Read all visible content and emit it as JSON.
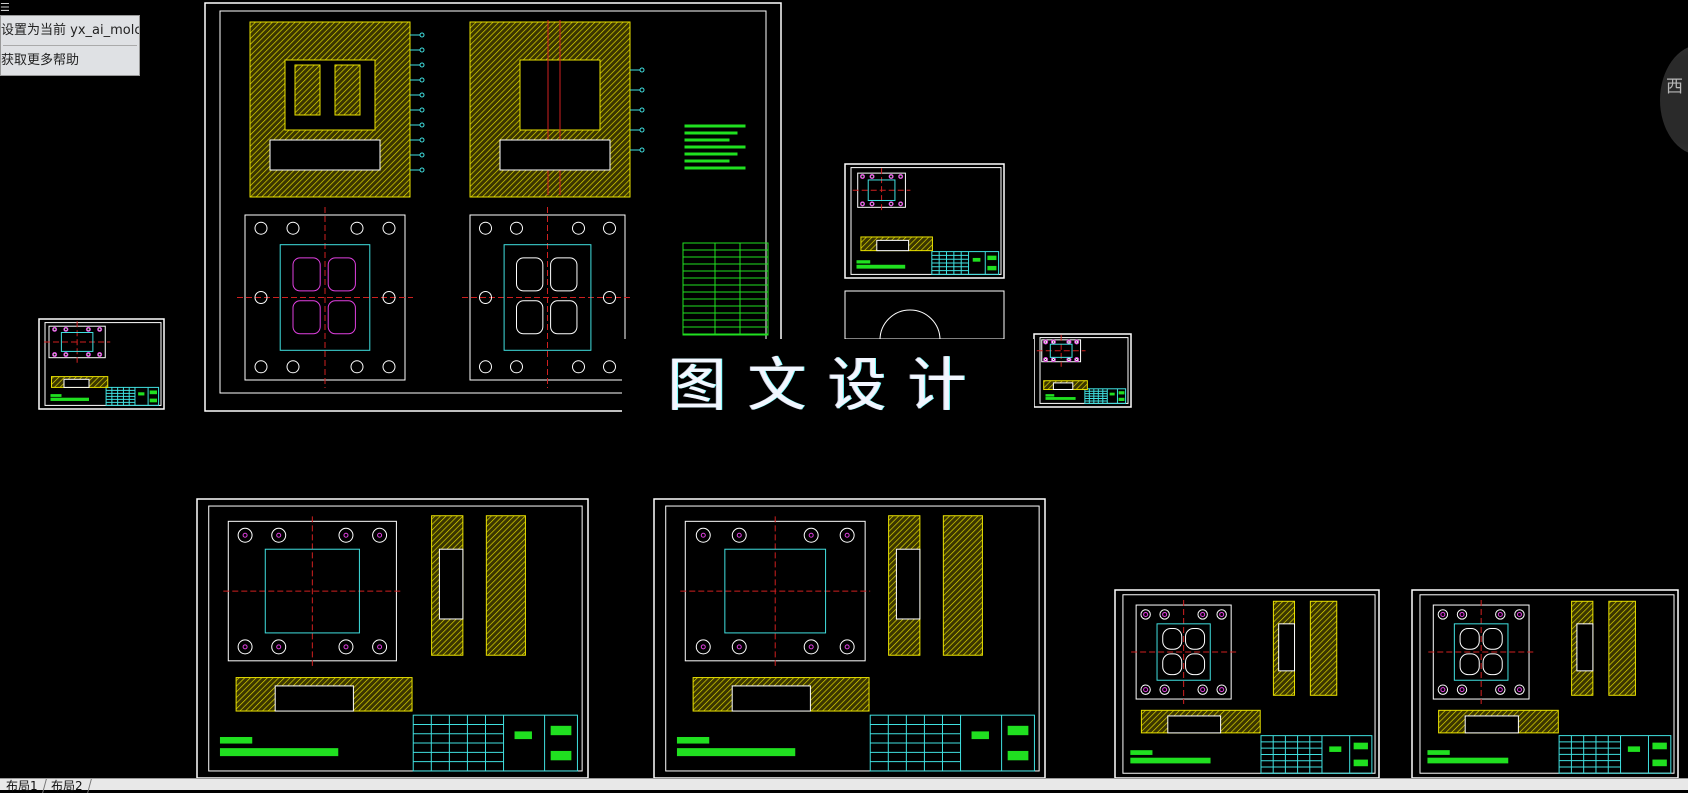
{
  "context_menu": {
    "items": [
      {
        "label": "设置为当前 yx_ai_molc"
      },
      {
        "label": "获取更多帮助"
      }
    ]
  },
  "layout_tabs": [
    {
      "label": "布局1"
    },
    {
      "label": "布局2"
    }
  ],
  "watermark": {
    "text": "图文设计"
  },
  "viewcube": {
    "direction_label": "西"
  },
  "colors": {
    "background": "#000000",
    "frame": "#ffffff",
    "hatch": "#e8e000",
    "outline": "#40e0e0",
    "centerline": "#d02020",
    "annotation": "#20e020",
    "dimension": "#e040e0"
  }
}
